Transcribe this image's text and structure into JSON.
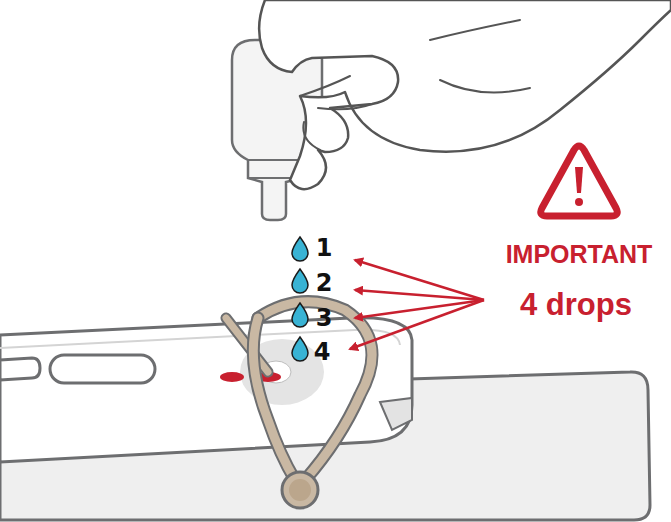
{
  "diagram": {
    "labels": [
      "1",
      "2",
      "3",
      "4",
      "IMPORTANT",
      "4 drops"
    ]
  }
}
